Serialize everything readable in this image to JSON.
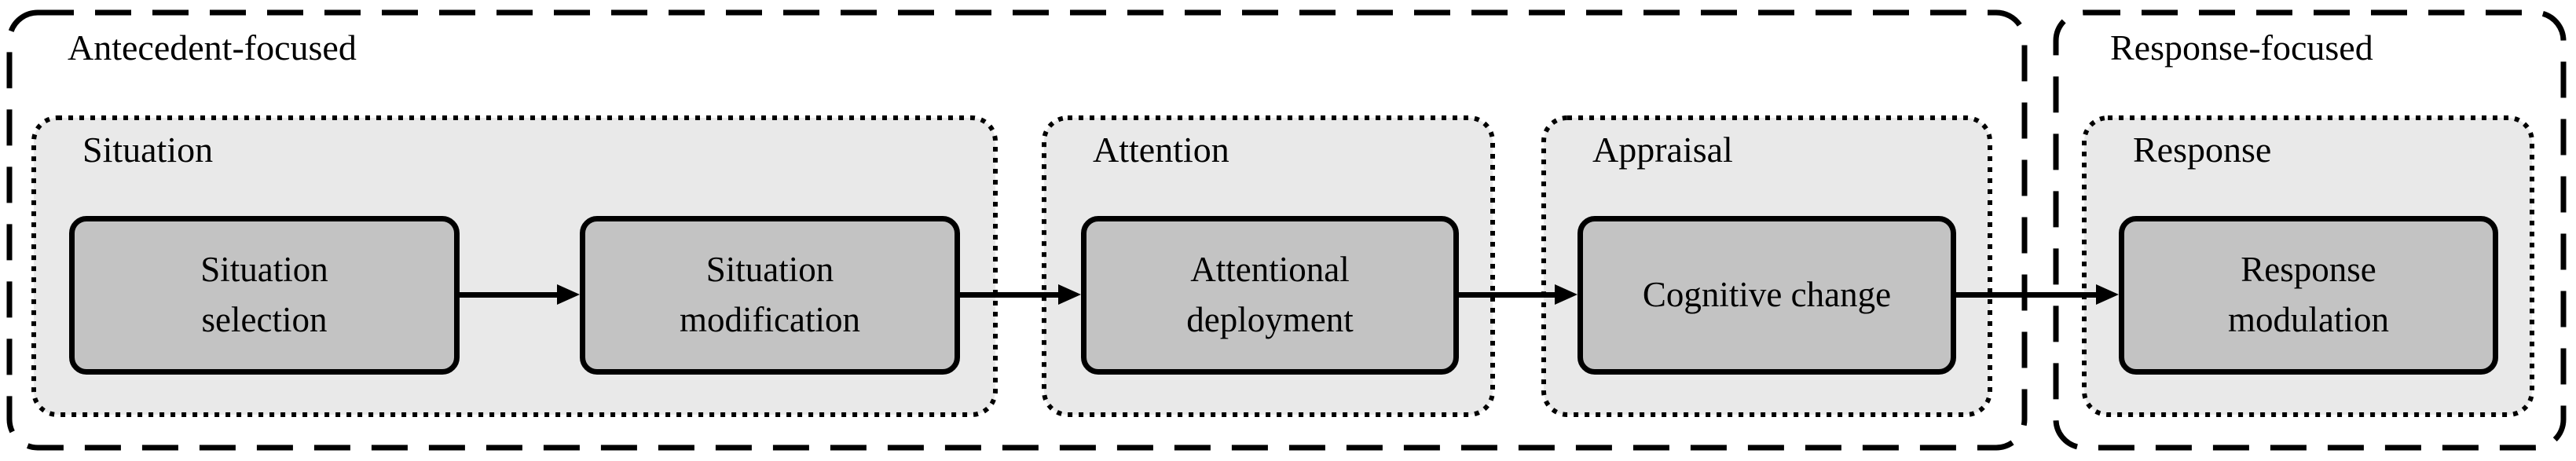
{
  "diagram": {
    "colors": {
      "background": "#ffffff",
      "group_fill": "#e9e9e9",
      "node_fill": "#c3c3c3",
      "line": "#000000",
      "text": "#000000"
    },
    "regions": [
      {
        "label": "Antecedent-focused",
        "groups": [
          {
            "label": "Situation",
            "boxes": [
              {
                "label": "Situation selection",
                "lines": [
                  "Situation",
                  "selection"
                ]
              },
              {
                "label": "Situation modification",
                "lines": [
                  "Situation",
                  "modification"
                ]
              }
            ]
          },
          {
            "label": "Attention",
            "boxes": [
              {
                "label": "Attentional deployment",
                "lines": [
                  "Attentional",
                  "deployment"
                ]
              }
            ]
          },
          {
            "label": "Appraisal",
            "boxes": [
              {
                "label": "Cognitive change",
                "lines": [
                  "Cognitive change"
                ]
              }
            ]
          }
        ]
      },
      {
        "label": "Response-focused",
        "groups": [
          {
            "label": "Response",
            "boxes": [
              {
                "label": "Response modulation",
                "lines": [
                  "Response",
                  "modulation"
                ]
              }
            ]
          }
        ]
      }
    ],
    "arrows": [
      {
        "from": "Situation selection",
        "to": "Situation modification"
      },
      {
        "from": "Situation modification",
        "to": "Attentional deployment"
      },
      {
        "from": "Attentional deployment",
        "to": "Cognitive change"
      },
      {
        "from": "Cognitive change",
        "to": "Response modulation"
      }
    ]
  }
}
